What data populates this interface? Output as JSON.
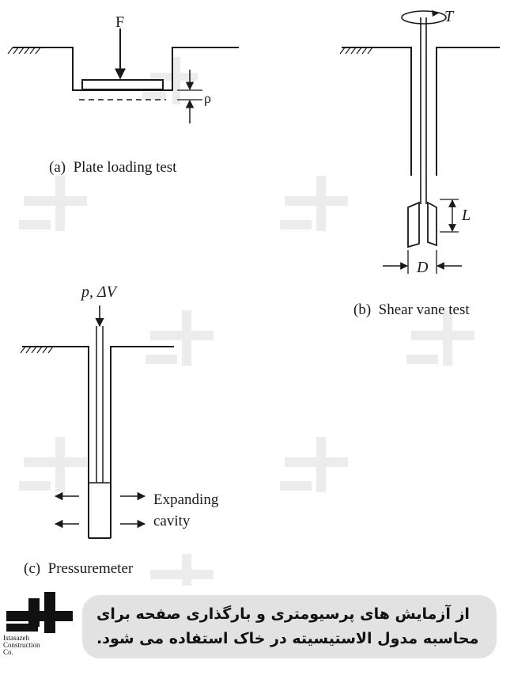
{
  "diagram": {
    "plate": {
      "force_label": "F",
      "settlement_label": "ρ",
      "caption": "(a)  Plate loading test"
    },
    "vane": {
      "torque_label": "T",
      "length_label": "L",
      "diameter_label": "D",
      "caption": "(b)  Shear vane test"
    },
    "pressuremeter": {
      "input_label": "p, ΔV",
      "expanding_label_line1": "Expanding",
      "expanding_label_line2": "cavity",
      "caption": "(c)  Pressuremeter"
    }
  },
  "caption_box": {
    "line1": "از آزمایش های پرسیومتری و بارگذاری صفحه برای",
    "line2": "محاسبه مدول الاستیسیته در خاک استفاده می شود."
  },
  "logo": {
    "line1": "Istasazeh",
    "line2": "Construction",
    "line3": "Co."
  },
  "colors": {
    "ink": "#1a1a1a",
    "caption_bg": "#e2e2e2",
    "watermark": "#ececec"
  }
}
